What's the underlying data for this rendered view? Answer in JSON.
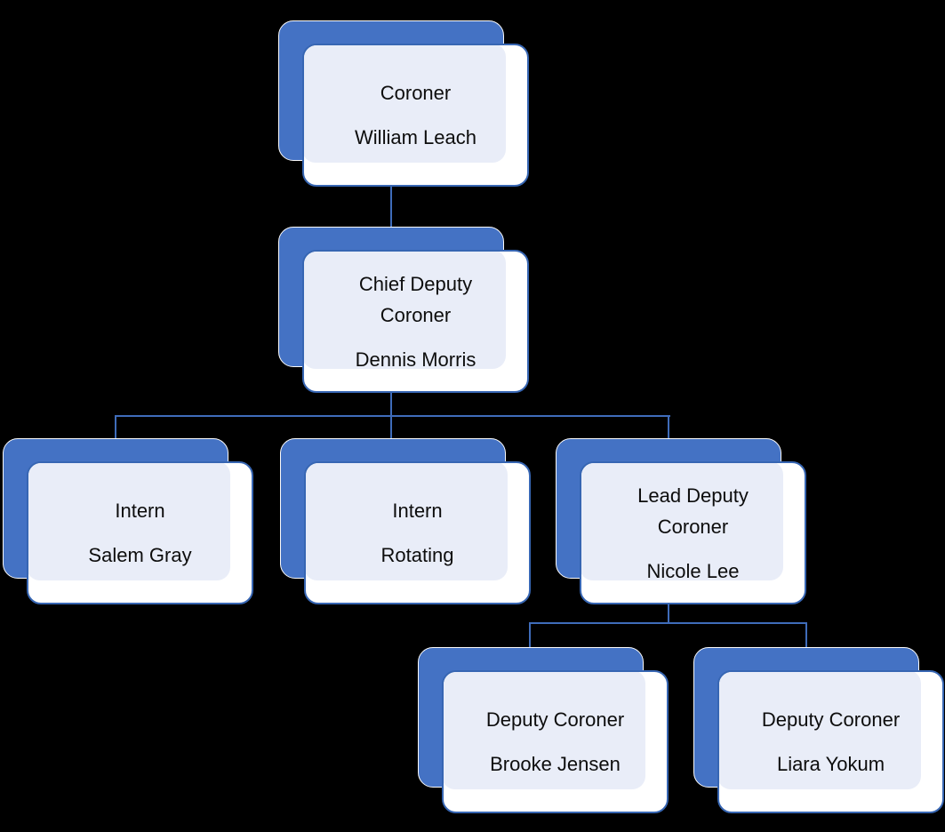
{
  "diagram": {
    "type": "org-chart",
    "colors": {
      "background": "#000000",
      "shape_fill": "#4472c4",
      "shape_outline": "#fbfbfb",
      "card_fill": "#ffffff",
      "card_tint": "#e9edf8",
      "card_border": "#3766b3",
      "connector": "#3f6cba",
      "text": "#0d0d0d"
    },
    "nodes": [
      {
        "id": "coroner",
        "role": "Coroner",
        "name": "William Leach",
        "reports_to": null
      },
      {
        "id": "chief-deputy-coroner",
        "role": "Chief Deputy\nCoroner",
        "name": "Dennis Morris",
        "reports_to": "coroner"
      },
      {
        "id": "intern-1",
        "role": "Intern",
        "name": "Salem Gray",
        "reports_to": "chief-deputy-coroner"
      },
      {
        "id": "intern-2",
        "role": "Intern",
        "name": "Rotating",
        "reports_to": "chief-deputy-coroner"
      },
      {
        "id": "lead-deputy-coroner",
        "role": "Lead Deputy\nCoroner",
        "name": "Nicole Lee",
        "reports_to": "chief-deputy-coroner"
      },
      {
        "id": "deputy-coroner-1",
        "role": "Deputy Coroner",
        "name": "Brooke Jensen",
        "reports_to": "lead-deputy-coroner"
      },
      {
        "id": "deputy-coroner-2",
        "role": "Deputy Coroner",
        "name": "Liara Yokum",
        "reports_to": "lead-deputy-coroner"
      }
    ]
  }
}
